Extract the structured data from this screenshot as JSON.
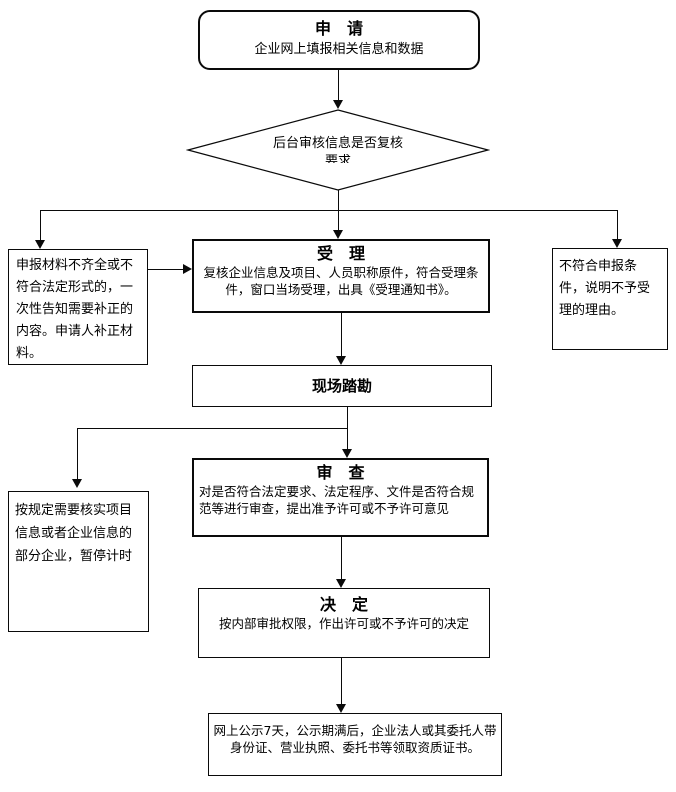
{
  "flowchart": {
    "apply": {
      "title": "申　请",
      "subtitle": "企业网上填报相关信息和数据"
    },
    "decision_diamond": {
      "line1": "后台审核信息是否复核",
      "line2_clipped": "要求"
    },
    "supplement_box": {
      "text": "申报材料不齐全或不符合法定形式的，一次性告知需要补正的内容。申请人补正材料。"
    },
    "accept": {
      "title": "受　理",
      "body": "复核企业信息及项目、人员职称原件，符合受理条件，窗口当场受理，出具《受理通知书》。"
    },
    "reject_box": {
      "text": "不符合申报条件，说明不予受理的理由。"
    },
    "site_survey": {
      "title": "现场踏勘"
    },
    "review": {
      "title": "审　查",
      "body": "对是否符合法定要求、法定程序、文件是否符合规范等进行审查，提出准予许可或不予许可意见"
    },
    "verify_box": {
      "text": "按规定需要核实项目信息或者企业信息的部分企业，暂停计时"
    },
    "decide": {
      "title": "决　定",
      "body": "按内部审批权限，作出许可或不予许可的决定"
    },
    "publicity": {
      "text": "网上公示7天，公示期满后，企业法人或其委托人带身份证、营业执照、委托书等领取资质证书。"
    }
  },
  "colors": {
    "line": "#0a0a0a",
    "background": "#ffffff"
  }
}
